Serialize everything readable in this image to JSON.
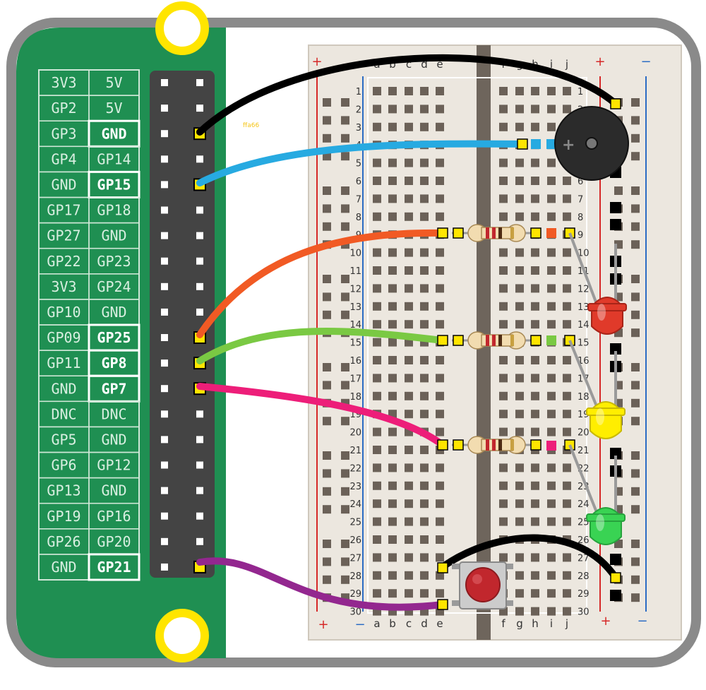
{
  "colors": {
    "frame": "#8a8a8a",
    "board": "#1f8f52",
    "header": "#444444",
    "breadboard": "#ece7df",
    "rail_red": "#d62828",
    "rail_blue": "#2b6cc4",
    "wire_black": "#000000",
    "wire_blue": "#27aae1",
    "wire_orange": "#f15a24",
    "wire_green": "#7ac943",
    "wire_pink": "#ed1e79",
    "wire_purple": "#93278f",
    "led_red": "#e03a2a",
    "led_yellow": "#ffee00",
    "led_green": "#39d353",
    "button_cap": "#c1272d"
  },
  "pico_labels": {
    "left": [
      "3V3",
      "GP2",
      "GP3",
      "GP4",
      "GND",
      "GP17",
      "GP27",
      "GP22",
      "3V3",
      "GP10",
      "GP09",
      "GP11",
      "GND",
      "DNC",
      "GP5",
      "GP6",
      "GP13",
      "GP19",
      "GP26",
      "GND"
    ],
    "right": [
      "5V",
      "5V",
      "GND",
      "GP14",
      "GP15",
      "GP18",
      "GND",
      "GP23",
      "GP24",
      "GND",
      "GP25",
      "GP8",
      "GP7",
      "DNC",
      "GND",
      "GP12",
      "GND",
      "GP16",
      "GP20",
      "GP21"
    ],
    "right_highlight": [
      false,
      false,
      true,
      false,
      true,
      false,
      false,
      false,
      false,
      false,
      true,
      true,
      true,
      false,
      false,
      false,
      false,
      false,
      false,
      true
    ]
  },
  "breadboard": {
    "columns_left": [
      "a",
      "b",
      "c",
      "d",
      "e"
    ],
    "columns_right": [
      "f",
      "g",
      "h",
      "i",
      "j"
    ],
    "rows": [
      "1",
      "2",
      "3",
      "4",
      "5",
      "6",
      "7",
      "8",
      "9",
      "10",
      "11",
      "12",
      "13",
      "14",
      "15",
      "16",
      "17",
      "18",
      "19",
      "20",
      "21",
      "22",
      "23",
      "24",
      "25",
      "26",
      "27",
      "28",
      "29",
      "30"
    ],
    "plus": "+",
    "minus": "−"
  },
  "stray_text": "ffa66",
  "buzzer": {
    "polarity": "+"
  }
}
